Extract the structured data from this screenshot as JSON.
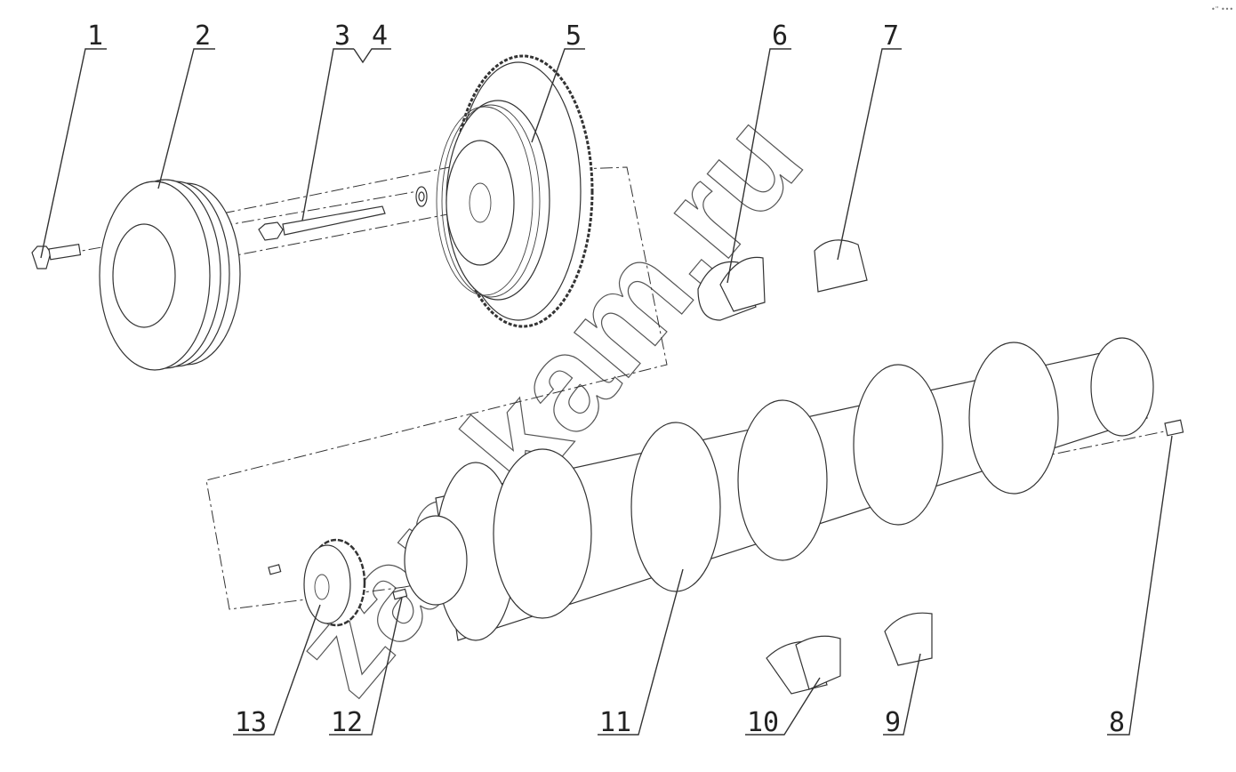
{
  "callouts": [
    {
      "id": "1",
      "label": "1"
    },
    {
      "id": "2",
      "label": "2"
    },
    {
      "id": "3",
      "label": "3"
    },
    {
      "id": "4",
      "label": "4"
    },
    {
      "id": "5",
      "label": "5"
    },
    {
      "id": "6",
      "label": "6"
    },
    {
      "id": "7",
      "label": "7"
    },
    {
      "id": "8",
      "label": "8"
    },
    {
      "id": "9",
      "label": "9"
    },
    {
      "id": "10",
      "label": "10"
    },
    {
      "id": "11",
      "label": "11"
    },
    {
      "id": "12",
      "label": "12"
    },
    {
      "id": "13",
      "label": "13"
    }
  ],
  "watermark": "zap-kam.ru",
  "corner_mark": "•\" •••"
}
